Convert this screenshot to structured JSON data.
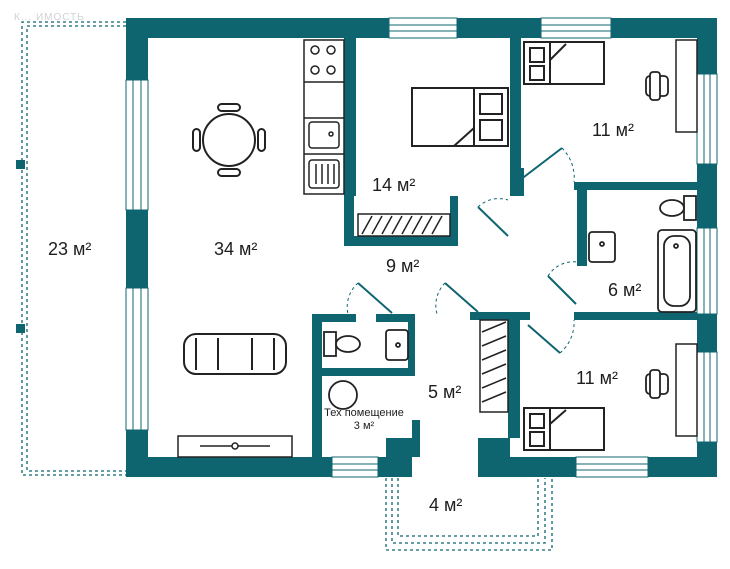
{
  "watermark": "К... ИМОСТЬ",
  "colors": {
    "wall": "#0e6570",
    "furniture": "#222222",
    "dashed": "#0e6570"
  },
  "rooms": {
    "terrace_left": {
      "area": "23 м²"
    },
    "living_kitchen": {
      "area": "34 м²"
    },
    "bedroom_center": {
      "area": "14 м²"
    },
    "bedroom_top_right": {
      "area": "11 м²"
    },
    "hall": {
      "area": "9 м²"
    },
    "bathroom": {
      "area": "6 м²"
    },
    "bedroom_bottom_right": {
      "area": "11 м²"
    },
    "corridor": {
      "area": "5 м²"
    },
    "tech_room": {
      "name": "Тех помещение",
      "area": "3 м²"
    },
    "porch": {
      "area": "4 м²"
    }
  }
}
